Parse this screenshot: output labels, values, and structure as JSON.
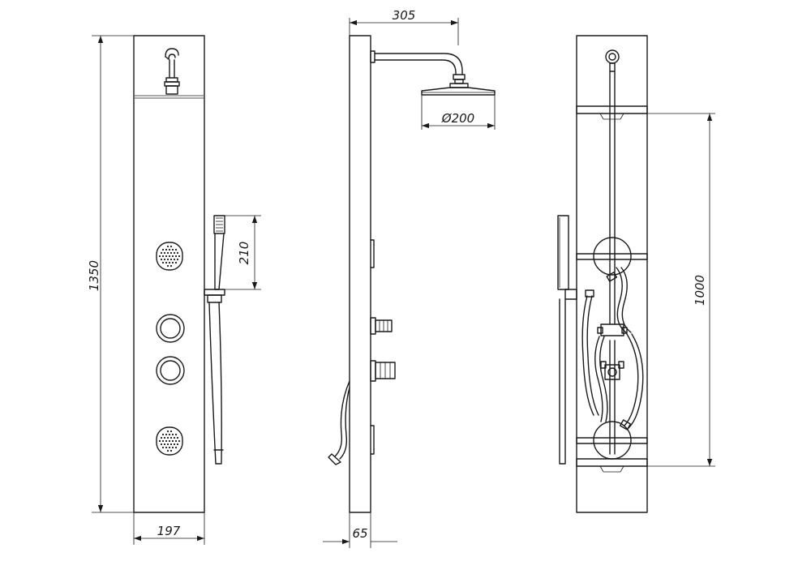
{
  "dimensions": {
    "front_height": "1350",
    "front_width": "197",
    "handshower_length": "210",
    "side_depth": "65",
    "arm_reach": "305",
    "head_diameter": "Ø200",
    "fixing_spacing": "1000"
  }
}
